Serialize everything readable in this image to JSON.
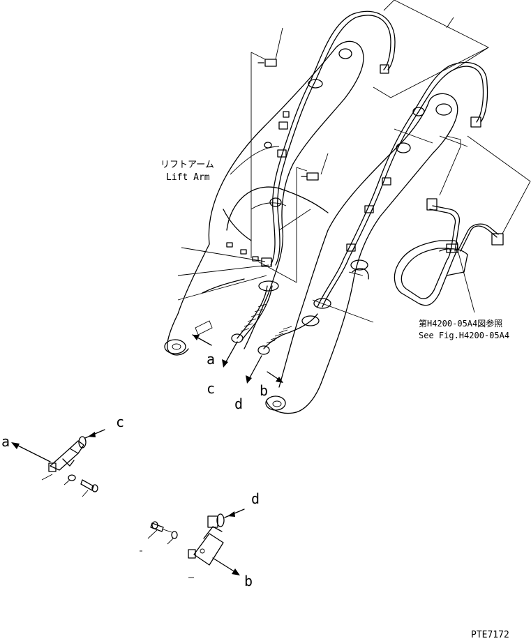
{
  "labels": {
    "lift_arm_jp": "リフトアーム",
    "lift_arm_en": "Lift Arm",
    "see_fig_jp": "第H4200-05A4図参照",
    "see_fig_en": "See Fig.H4200-05A4",
    "part_code": "PTE7172"
  },
  "callouts": {
    "a_main": "a",
    "b_main": "b",
    "c_main": "c",
    "d_main": "d",
    "a_detail": "a",
    "c_detail": "c",
    "d_detail": "d",
    "b_detail": "b"
  }
}
